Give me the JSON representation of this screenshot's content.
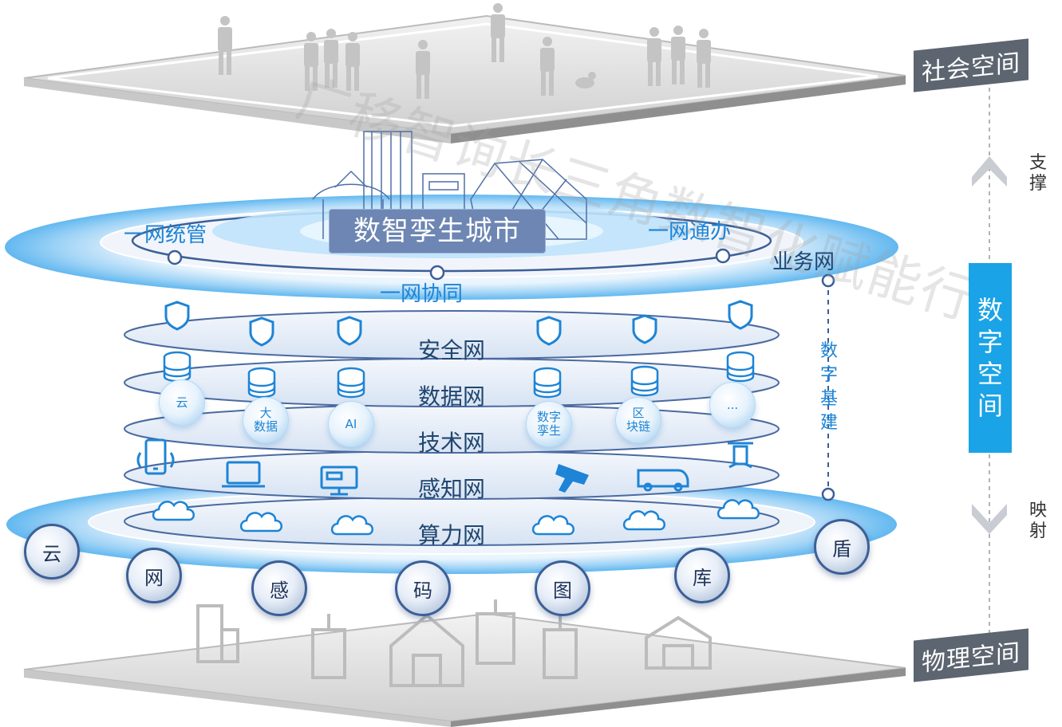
{
  "top_label": "社会空间",
  "bottom_label": "物理空间",
  "title": "数智孪生城市",
  "ring_labels": {
    "left": "一网统管",
    "right": "一网通办",
    "center": "一网协同",
    "business": "业务网"
  },
  "layers": [
    "安全网",
    "数据网",
    "技术网",
    "感知网",
    "算力网"
  ],
  "tech_chips": [
    "云",
    "大\n数据",
    "AI",
    "数字\n孪生",
    "区\n块链",
    "..."
  ],
  "bottom_badges": [
    "云",
    "网",
    "感",
    "码",
    "图",
    "库",
    "盾"
  ],
  "side": {
    "support": "支\n撑",
    "mapping": "映\n射",
    "digital_space": "数\n字\n空\n间",
    "infrastructure": "数\n字\n基\n建"
  },
  "watermark": "广移智询长三角数智化赋能行",
  "colors": {
    "accent_blue": "#1d84d6",
    "deep_blue": "#20466f",
    "tag_gray": "#5c6570",
    "digital_box": "#1aa3e6"
  },
  "icons": {
    "security_layer": "shield-icon",
    "data_layer": "database-icon",
    "perception_layer": [
      "phone-icon",
      "laptop-icon",
      "screen-icon",
      "camera-icon",
      "van-icon",
      "drone-icon"
    ],
    "compute_layer": "cloud-icon",
    "social_space": "person-icon",
    "physical_space": "building-icon"
  }
}
